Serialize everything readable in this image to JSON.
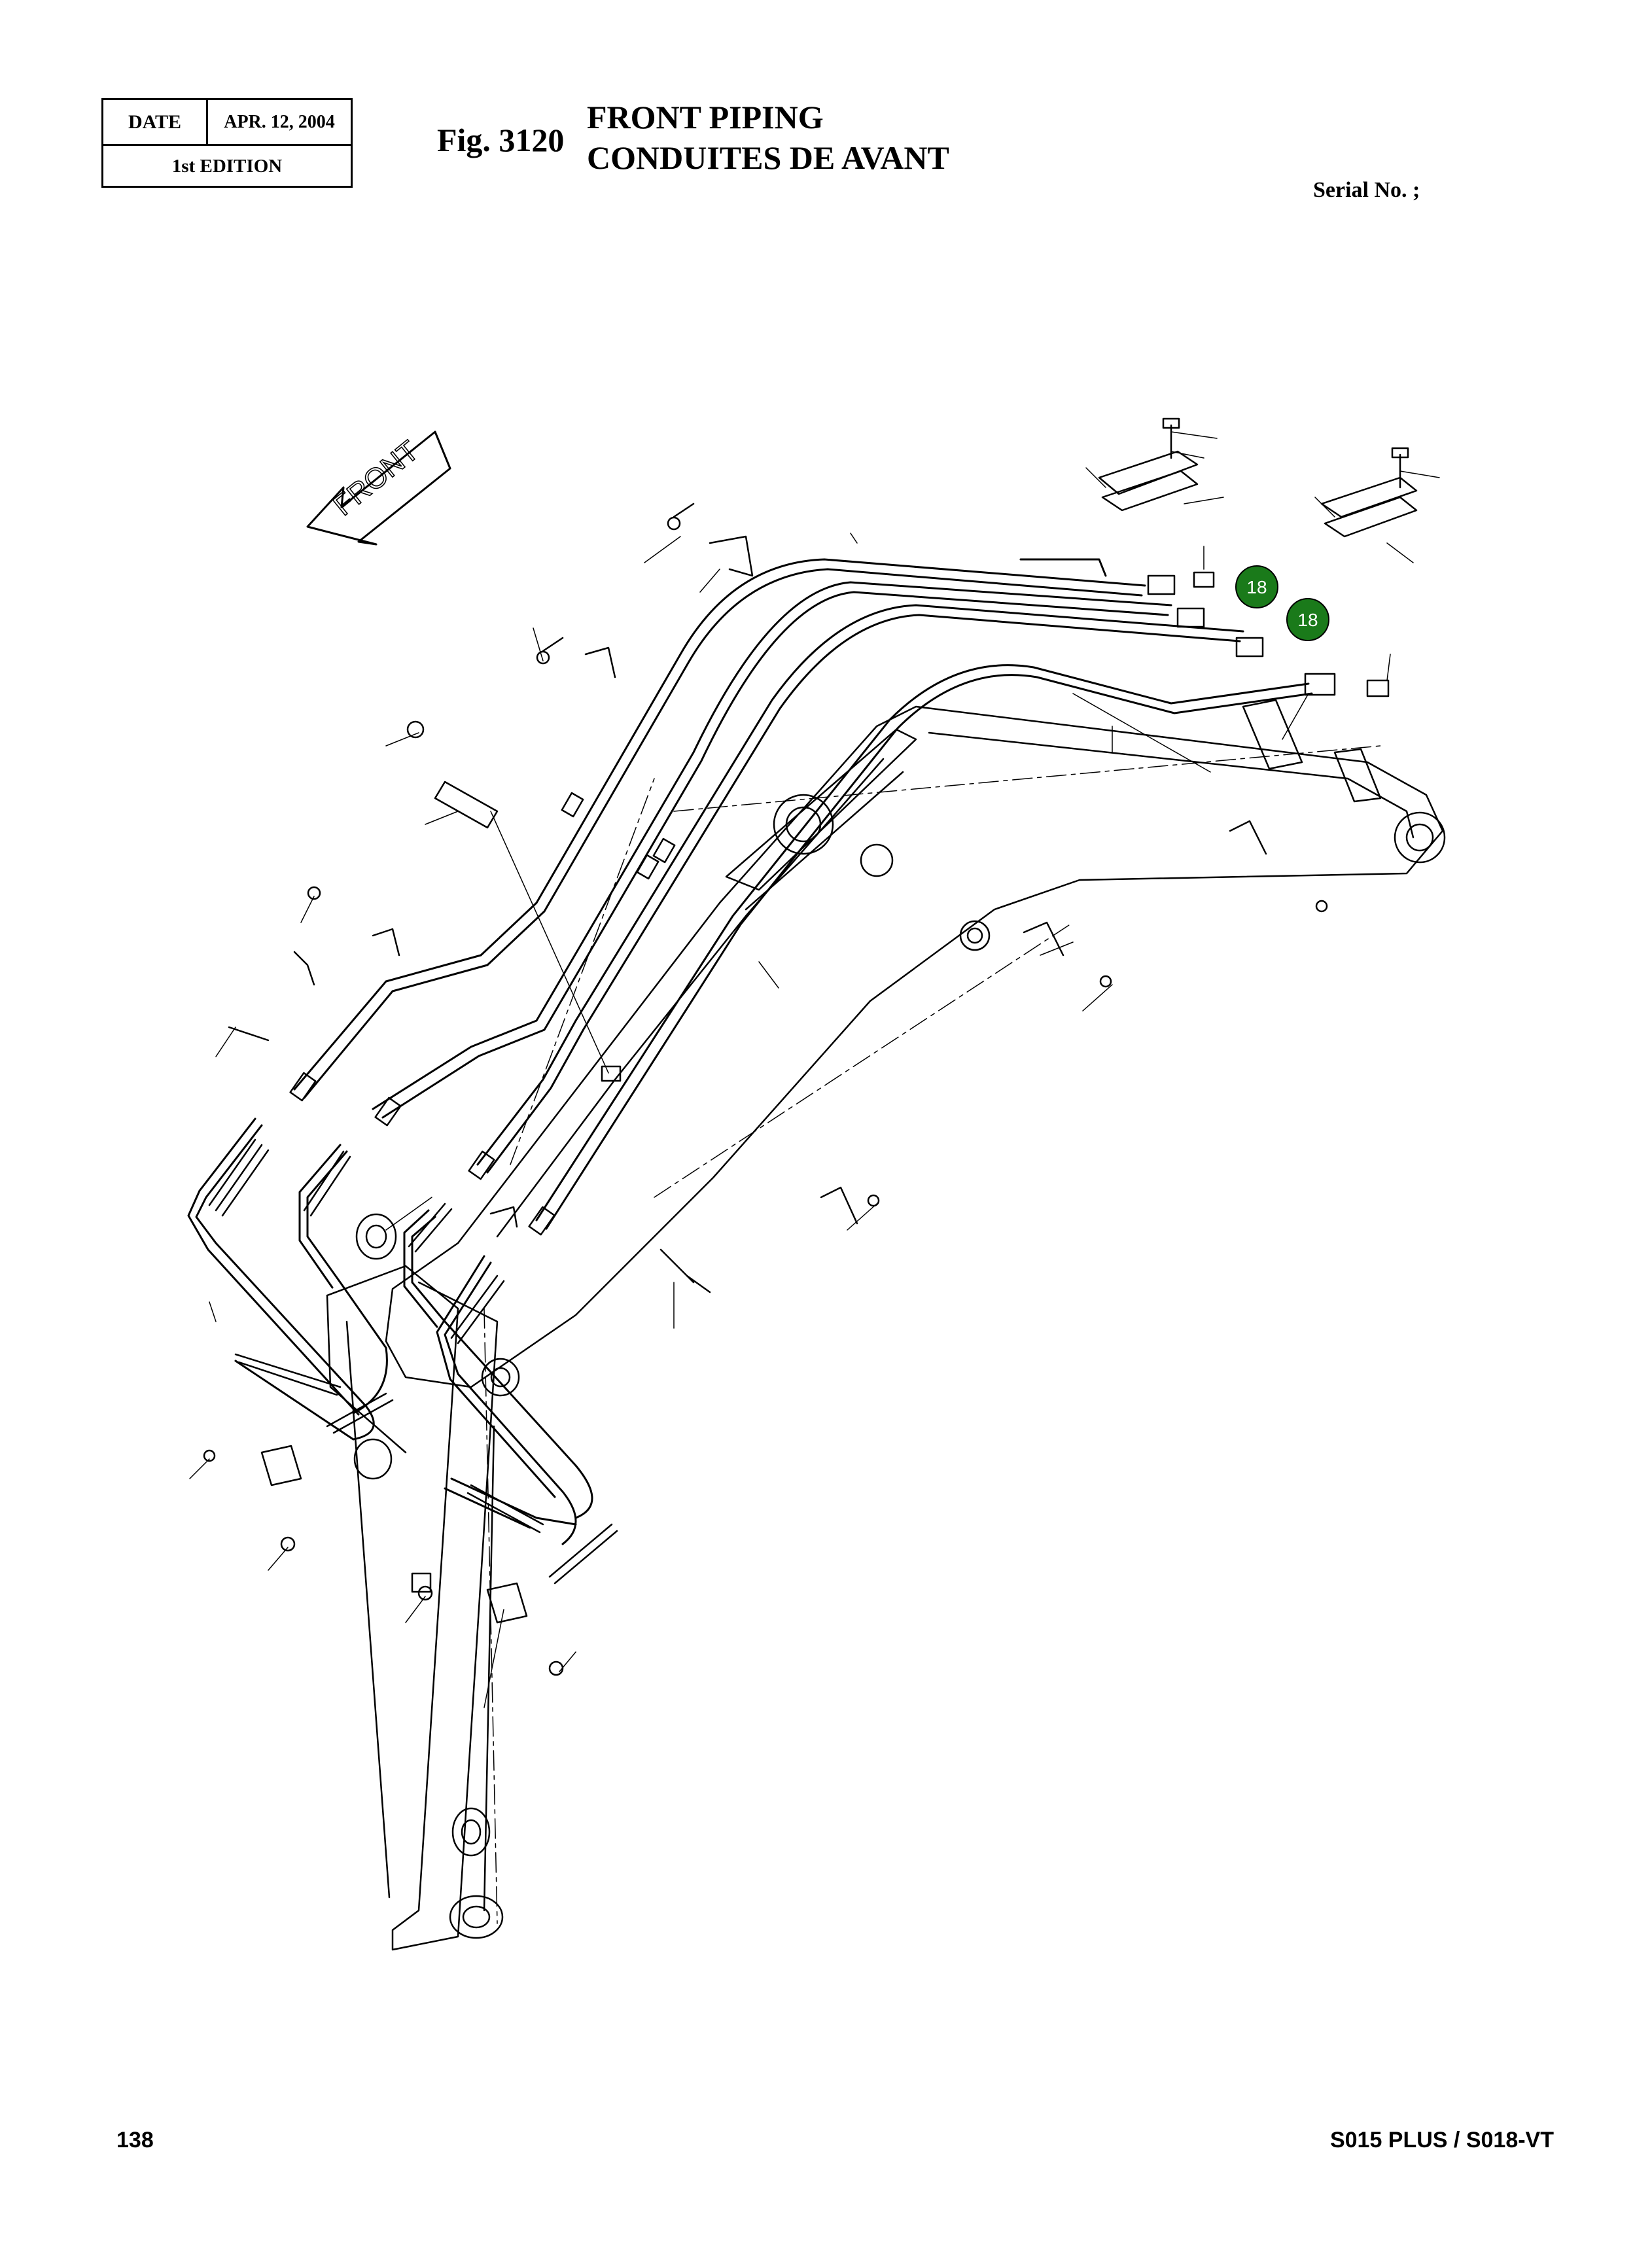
{
  "header": {
    "date_label": "DATE",
    "date_value": "APR. 12, 2004",
    "edition": "1st EDITION",
    "fig_number": "Fig. 3120",
    "title_line1": "FRONT PIPING",
    "title_line2": "CONDUITES DE AVANT",
    "serial_label": "Serial No. ;"
  },
  "diagram": {
    "front_arrow_label": "FRONT",
    "callouts": [
      {
        "label": "18"
      },
      {
        "label": "18"
      }
    ],
    "callout_color": "#1a7a1a"
  },
  "footer": {
    "page_number": "138",
    "model": "S015 PLUS / S018-VT"
  }
}
